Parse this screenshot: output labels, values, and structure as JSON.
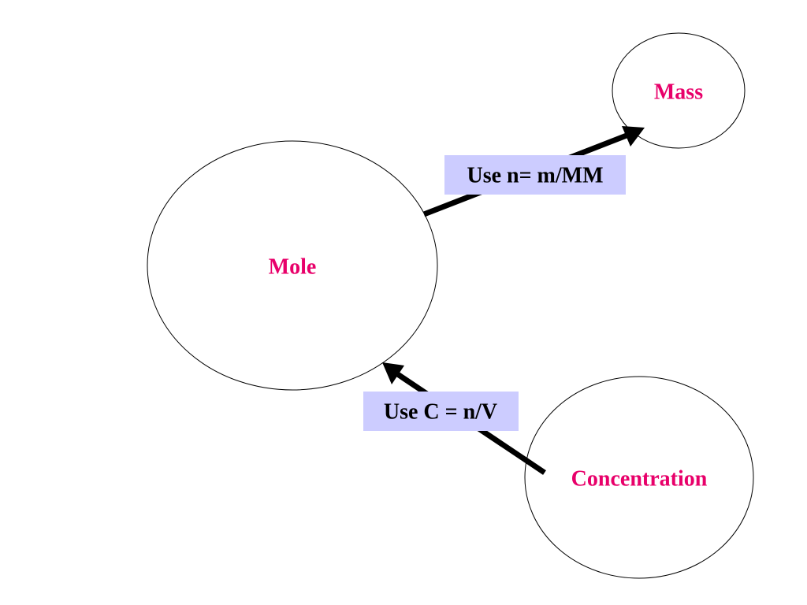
{
  "nodes": {
    "mole": {
      "label": "Mole"
    },
    "mass": {
      "label": "Mass"
    },
    "concentration": {
      "label": "Concentration"
    }
  },
  "edges": {
    "mole_to_mass": {
      "label": "Use n= m/MM"
    },
    "concentration_to_mole": {
      "label": "Use C = n/V"
    }
  },
  "colors": {
    "node_text": "#e8006a",
    "node_outline": "#000000",
    "arrow": "#000000",
    "formula_box": "#ccccff",
    "formula_text": "#000000",
    "background": "#ffffff"
  }
}
